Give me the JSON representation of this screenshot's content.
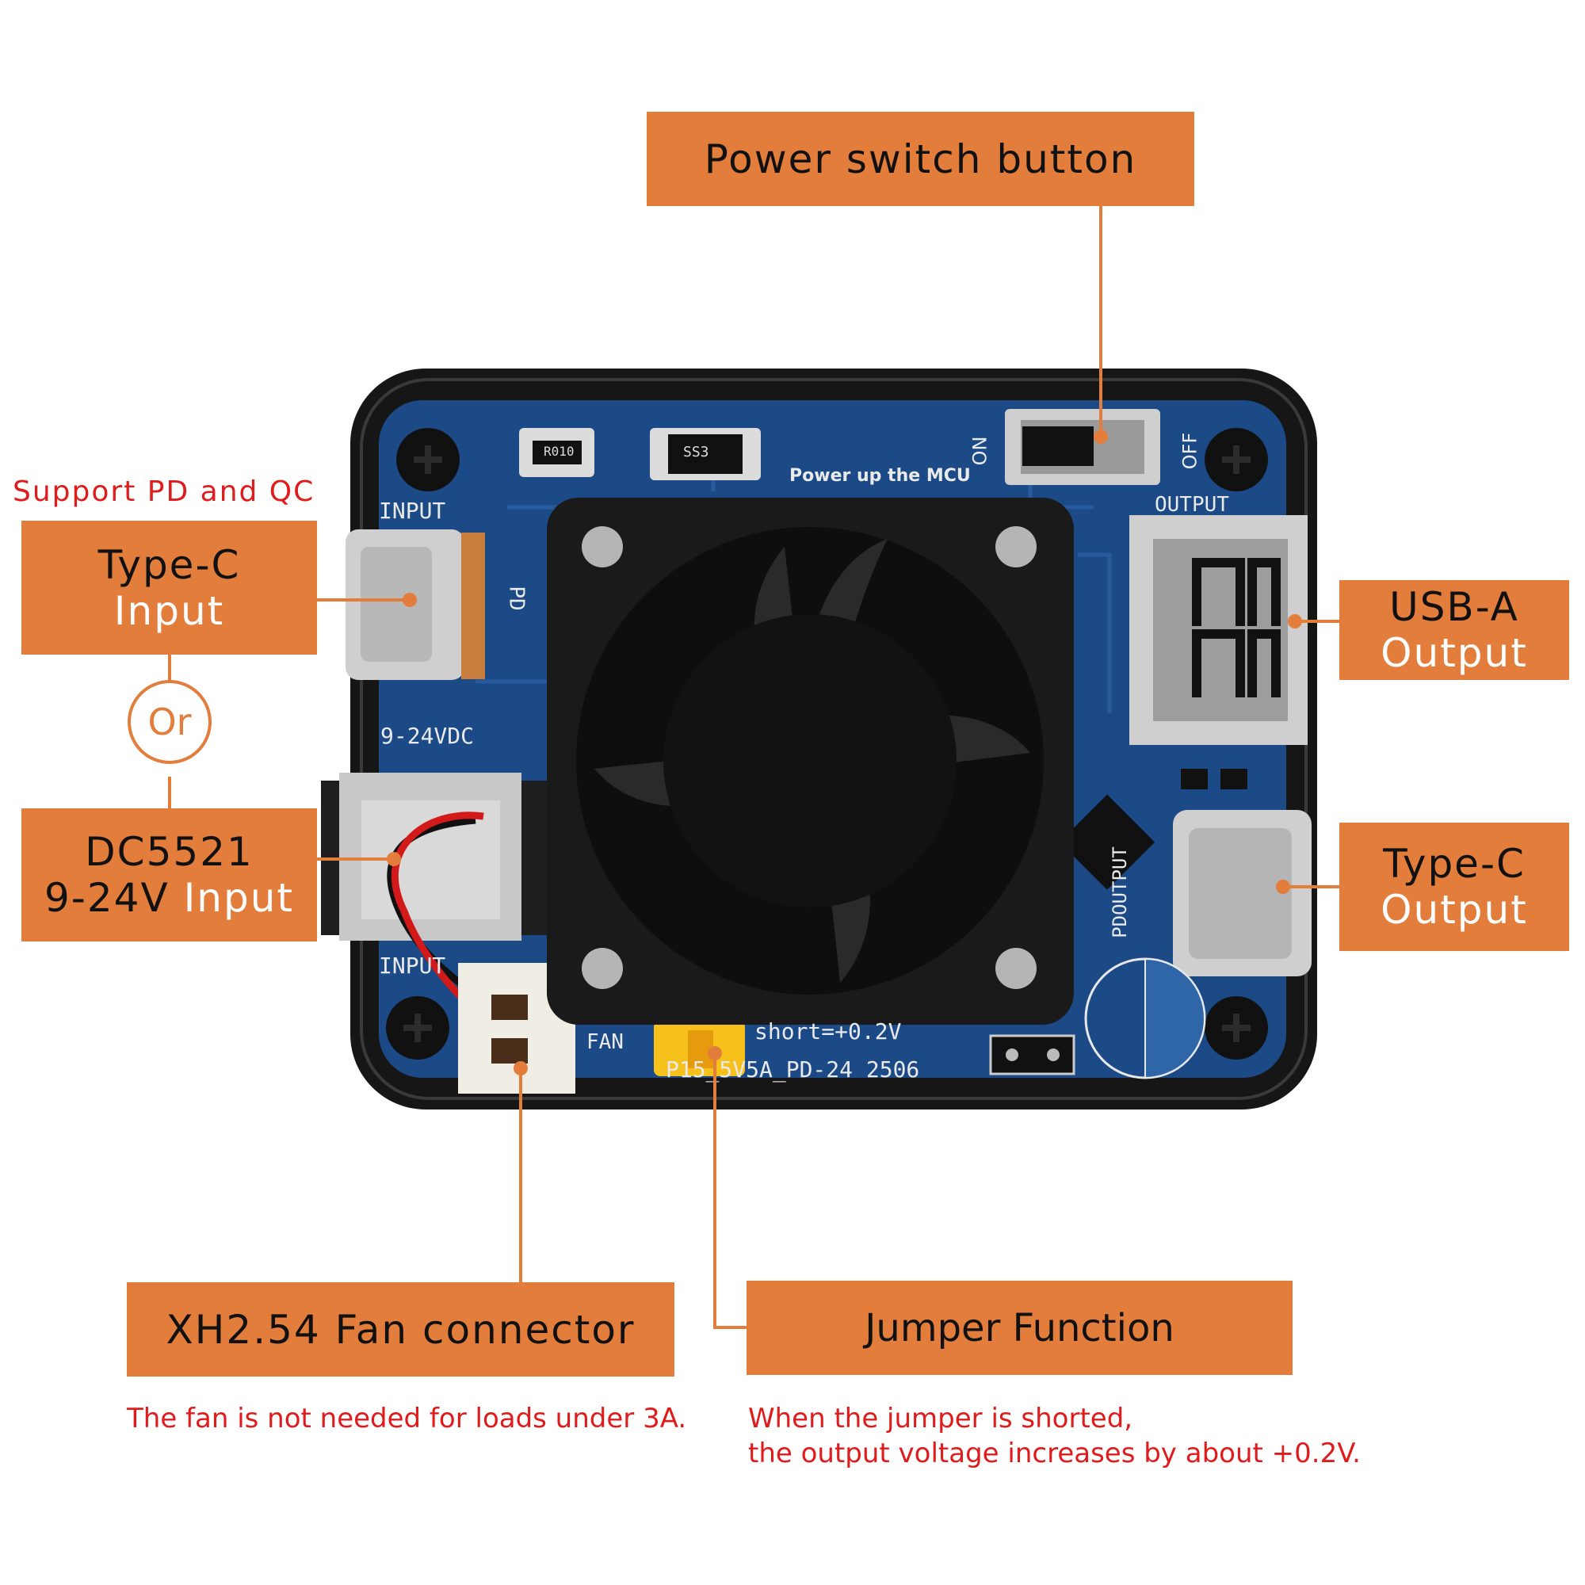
{
  "callouts": {
    "power_switch": "Power switch button",
    "typec_input_l1": "Type-C",
    "typec_input_l2": "Input",
    "dc_l1": "DC5521",
    "dc_l2a": "9-24V",
    "dc_l2b": "Input",
    "usba_l1": "USB-A",
    "usba_l2": "Output",
    "typec_output_l1": "Type-C",
    "typec_output_l2": "Output",
    "fan_connector": "XH2.54 Fan connector",
    "jumper": "Jumper Function"
  },
  "notes": {
    "support": "Support PD and QC",
    "or": "Or",
    "fan_note": "The fan is not needed for loads under 3A.",
    "jumper_note_1": "When the jumper is shorted,",
    "jumper_note_2": "the output voltage increases by about +0.2V."
  },
  "pcb": {
    "input_top": "INPUT",
    "pd": "PD",
    "vdc": "9-24VDC",
    "input_bottom": "INPUT",
    "power_mcu": "Power up the MCU",
    "on": "ON",
    "off": "OFF",
    "output": "OUTPUT",
    "pd_output": "PDOUTPUT",
    "fan": "FAN",
    "short": "short=+0.2V",
    "model": "P15_5V5A_PD-24 2506",
    "r010": "R010",
    "ss": "SS3"
  },
  "colors": {
    "callout": "#e37d3c",
    "note": "#e01b1b",
    "pcb": "#1b4a86",
    "case": "#161616"
  }
}
